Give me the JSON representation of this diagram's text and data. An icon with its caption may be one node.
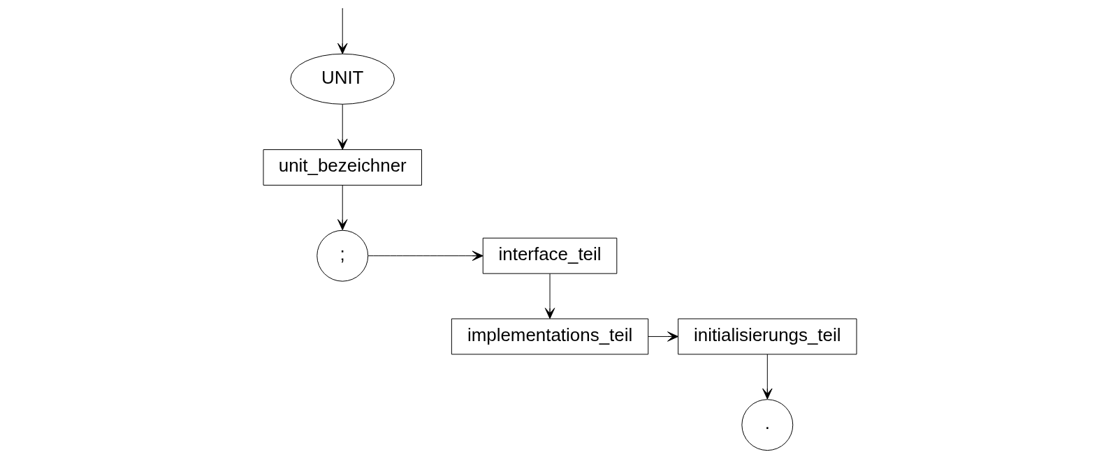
{
  "diagram": {
    "nodes": [
      {
        "text": [
          "UNIT"
        ]
      },
      {
        "text": [
          "unit_bezeichner"
        ]
      },
      {
        "text": [
          ";"
        ]
      },
      {
        "text": [
          "interface_teil"
        ]
      },
      {
        "text": [
          "implementations_teil"
        ]
      },
      {
        "text": [
          "initialisierungs_teil"
        ]
      },
      {
        "text": [
          "."
        ]
      }
    ],
    "edges": [
      {
        "from": null,
        "to": 0,
        "arrow": "to"
      },
      {
        "from": 0,
        "to": 1,
        "arrow": "to"
      },
      {
        "from": 1,
        "to": 2,
        "arrow": "to"
      },
      {
        "from": 2,
        "to": 3,
        "arrow": "to"
      },
      {
        "from": 3,
        "to": 4,
        "arrow": "to"
      },
      {
        "from": 4,
        "to": 5,
        "arrow": "to"
      },
      {
        "from": 5,
        "to": 6,
        "arrow": "to"
      }
    ]
  }
}
